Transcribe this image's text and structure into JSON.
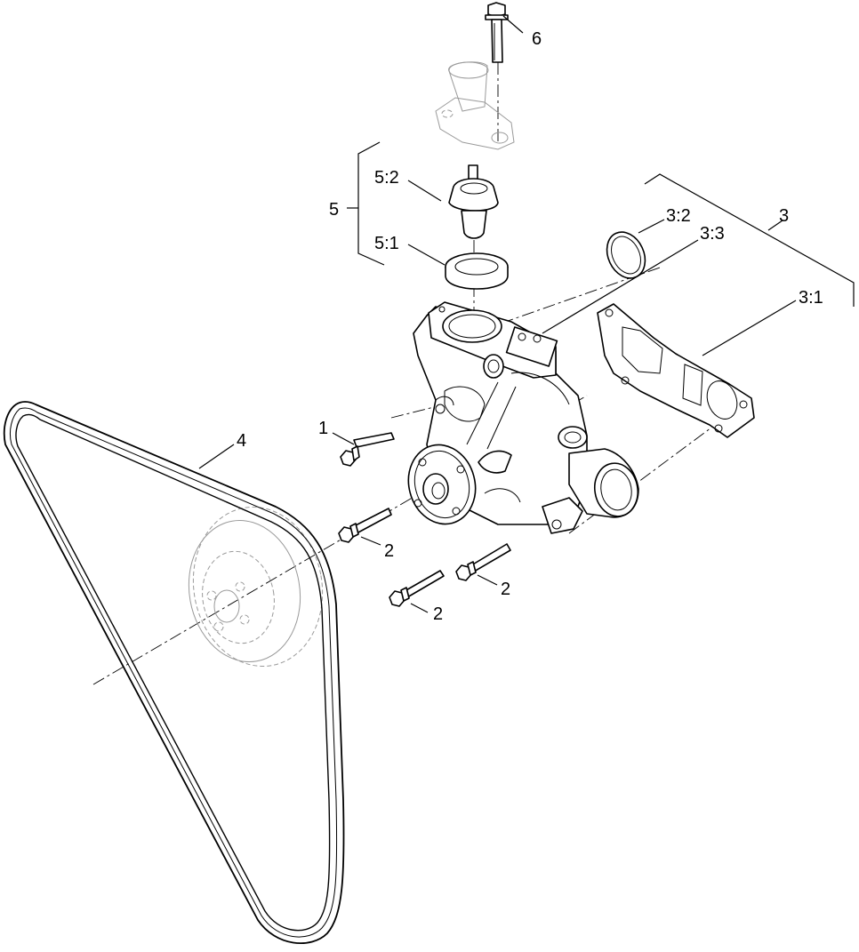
{
  "callouts": {
    "c1": "1",
    "c2a": "2",
    "c2b": "2",
    "c2c": "2",
    "c3": "3",
    "c3_1": "3:1",
    "c3_2": "3:2",
    "c3_3": "3:3",
    "c4": "4",
    "c5": "5",
    "c5_1": "5:1",
    "c5_2": "5:2",
    "c6": "6"
  }
}
